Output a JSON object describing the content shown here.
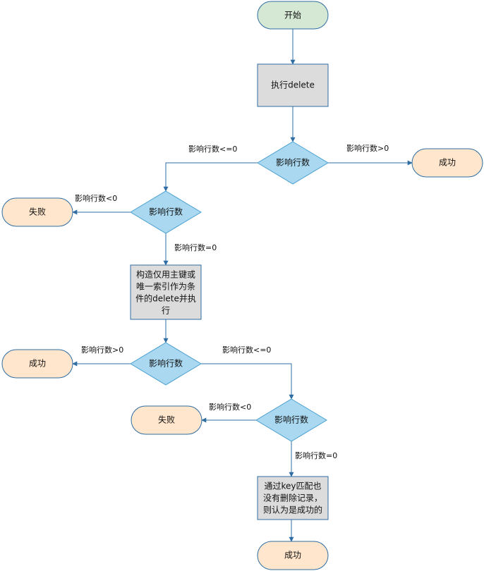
{
  "colors": {
    "start_fill": "#d5e8d4",
    "start_stroke": "#2f6da3",
    "terminal_fill": "#ffe6cc",
    "terminal_stroke": "#2f6da3",
    "process_fill": "#dcdcdc",
    "process_stroke": "#2f6da3",
    "decision_fill": "#a9d8f0",
    "decision_stroke": "#4a9fd0",
    "edge": "#2f6da3"
  },
  "nodes": {
    "start": "开始",
    "exec_delete": "执行delete",
    "decision_1": "影响行数",
    "success_1": "成功",
    "decision_2": "影响行数",
    "fail_1": "失败",
    "rebuild_lines": [
      "构造仅用主键或",
      "唯一索引作为条",
      "件的delete并执",
      "行"
    ],
    "decision_3": "影响行数",
    "success_2": "成功",
    "decision_4": "影响行数",
    "fail_2": "失败",
    "key_match_lines": [
      "通过key匹配也",
      "没有删除记录，",
      "则认为是成功的"
    ],
    "success_3": "成功"
  },
  "edges": {
    "d1_gt0": "影响行数>0",
    "d1_le0": "影响行数<=0",
    "d2_lt0": "影响行数<0",
    "d2_eq0": "影响行数=0",
    "d3_gt0": "影响行数>0",
    "d3_le0": "影响行数<=0",
    "d4_lt0": "影响行数<0",
    "d4_eq0": "影响行数=0"
  }
}
